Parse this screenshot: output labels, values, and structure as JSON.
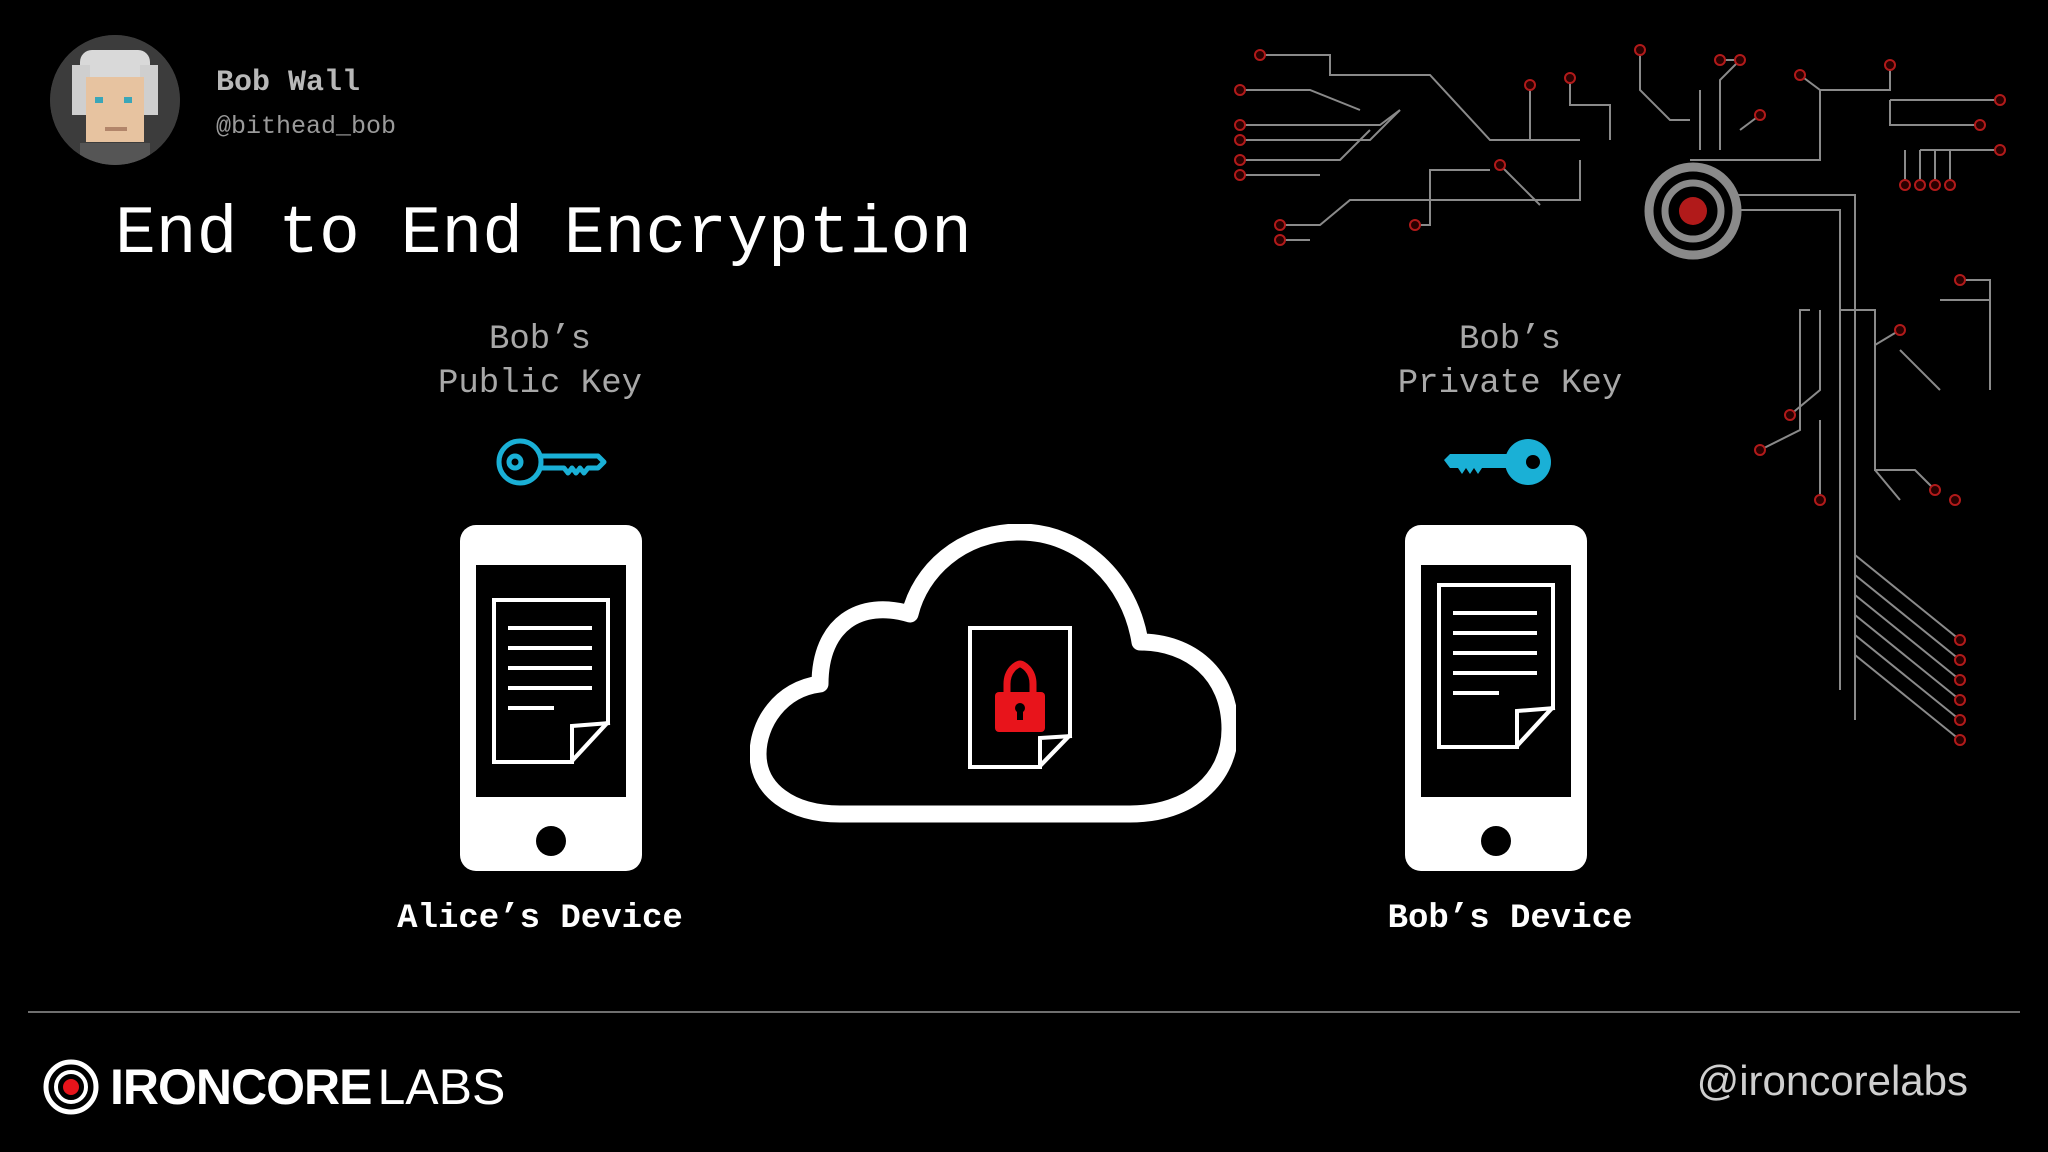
{
  "author": {
    "name": "Bob Wall",
    "handle": "@bithead_bob"
  },
  "title": "End to End Encryption",
  "public_key": {
    "line1": "Bob’s",
    "line2": "Public Key"
  },
  "private_key": {
    "line1": "Bob’s",
    "line2": "Private Key"
  },
  "alice_device": {
    "label": "Alice’s Device"
  },
  "bob_device": {
    "label": "Bob’s Device"
  },
  "footer": {
    "brand_bold": "IRONCORE",
    "brand_light": "LABS",
    "handle": "@ironcorelabs"
  },
  "colors": {
    "background": "#000000",
    "key": "#1ab0d6",
    "lock": "#e8141b",
    "circuit": "#8a8a8a",
    "circuit_node": "#b11a1a"
  },
  "icons": [
    "avatar-icon",
    "public-key-icon",
    "private-key-icon",
    "phone-icon",
    "document-icon",
    "cloud-icon",
    "lock-icon",
    "ironcore-logo-icon",
    "circuit-decoration"
  ]
}
